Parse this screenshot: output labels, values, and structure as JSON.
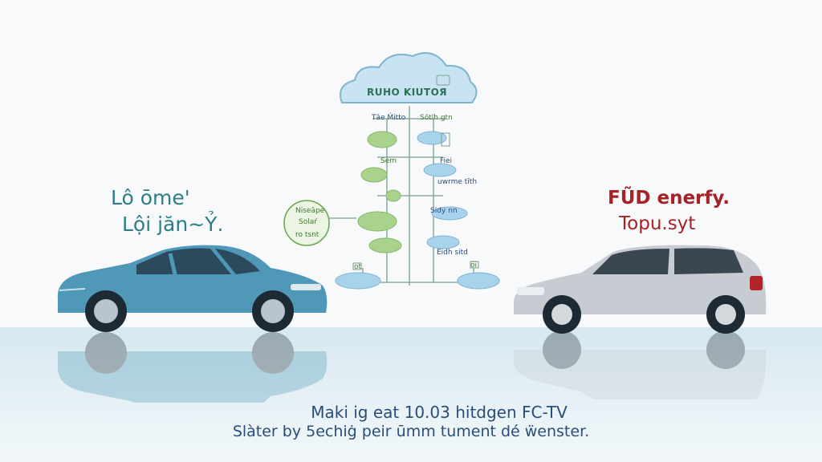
{
  "left_label": {
    "line1": "Lô ōme'",
    "line2": "Lội jăn~Ỷ."
  },
  "right_label": {
    "line1": "FŨD enerfy.",
    "line2": "Topu.syt"
  },
  "cloud": {
    "title": "RUHO KIUTOЯ"
  },
  "diagram_labels": {
    "top_left": "Tāe Ḿitto",
    "top_right": "Sōtlh gtn",
    "row2": "Sem",
    "row2b": "Fiei",
    "row3": "uwrme tīth",
    "row4": "Sidy nn",
    "row5": "Eidh sitd",
    "row6": "ot",
    "row6b": "ōī",
    "circle": {
      "line1": "Niseāpe",
      "line2": "Solaŕ",
      "line3": "ro tsnt"
    }
  },
  "caption": {
    "line1": "Maki ig eat 10.03 hitdgen FC-TV",
    "line2": "Slàter by 5echiġ peir ūmm tument dé ẅenster."
  },
  "colors": {
    "teal_text": "#2e7e88",
    "red_text": "#a72226",
    "caption": "#2a4e78",
    "green_cloud": "#a9d38c",
    "blue_cloud": "#a9d3ec",
    "floor": "#d6e8f0"
  }
}
